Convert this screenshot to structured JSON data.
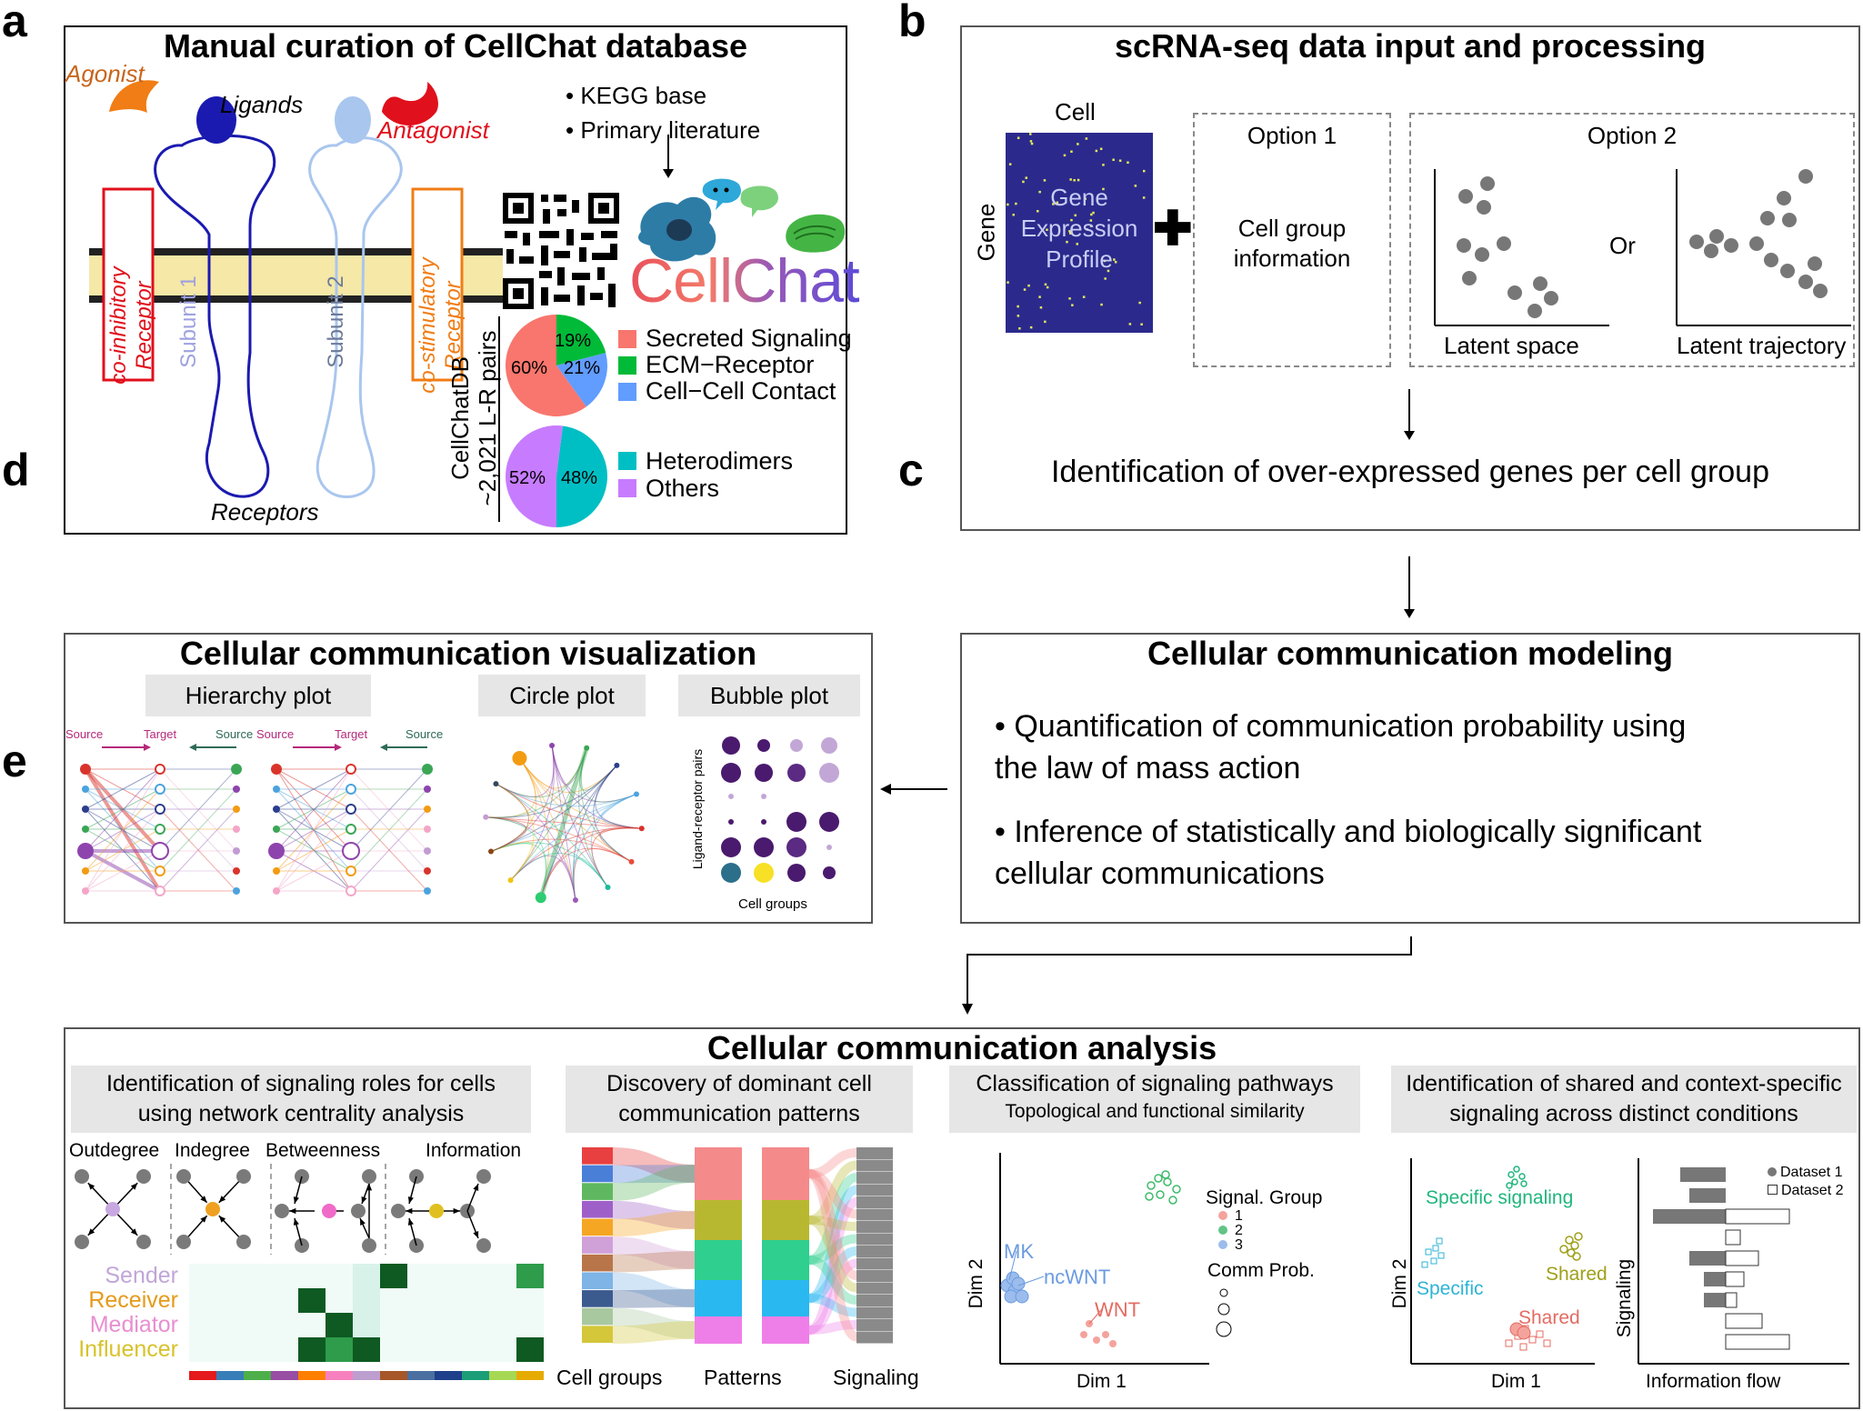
{
  "panels": {
    "a": {
      "letter": "a",
      "title": "Manual curation of CellChat database",
      "agonist": "Agonist",
      "ligands": "Ligands",
      "antagonist": "Antagonist",
      "coinhibitory": [
        "co-inhibitory",
        "Receptor"
      ],
      "costimulatory": [
        "co-stimulatory",
        "Receptor"
      ],
      "subunit1": "Subunit 1",
      "subunit2": "Subunit 2",
      "receptors": "Receptors",
      "sources": [
        "• KEGG base",
        "• Primary literature"
      ],
      "logo": "CellChat",
      "db_label": [
        "CellChatDB",
        "~2,021 L-R pairs"
      ],
      "pie1_labels": [
        "60%",
        "21%",
        "19%"
      ],
      "pie2_labels": [
        "52%",
        "48%"
      ],
      "legend1": [
        "Secreted Signaling",
        "ECM−Receptor",
        "Cell−Cell Contact"
      ],
      "legend2": [
        "Heterodimers",
        "Others"
      ]
    },
    "b": {
      "letter": "b",
      "title": "scRNA-seq data input and processing",
      "cell": "Cell",
      "gene": "Gene",
      "profile": [
        "Gene",
        "Expression",
        "Profile"
      ],
      "option1": "Option 1",
      "option1_text": [
        "Cell group",
        "information"
      ],
      "option2": "Option 2",
      "or": "Or",
      "latent_space": "Latent space",
      "latent_trajectory": "Latent trajectory",
      "identification": "Identification of over-expressed genes per cell group"
    },
    "c": {
      "letter": "c",
      "title": "Cellular communication modeling",
      "bullets": [
        [
          "• Quantification of communication probability using",
          "the law of mass action"
        ],
        [
          "• Inference of statistically and biologically significant",
          "cellular communications"
        ]
      ]
    },
    "d": {
      "letter": "d",
      "title": "Cellular communication visualization",
      "hierarchy": "Hierarchy plot",
      "circle": "Circle plot",
      "bubble": "Bubble plot",
      "source": "Source",
      "target": "Target",
      "bubble_y": "Ligand-receptor pairs",
      "bubble_x": "Cell groups"
    },
    "e": {
      "letter": "e",
      "title": "Cellular communication analysis",
      "s1_title": [
        "Identification of signaling roles for cells",
        "using network centrality analysis"
      ],
      "s1_metrics": [
        "Outdegree",
        "Indegree",
        "Betweenness",
        "Information"
      ],
      "s1_roles": [
        "Sender",
        "Receiver",
        "Mediator",
        "Influencer"
      ],
      "s2_title": [
        "Discovery of dominant cell",
        "communication patterns"
      ],
      "s2_labels": [
        "Cell groups",
        "Patterns",
        "Signaling"
      ],
      "s3_title": [
        "Classification of signaling pathways",
        "Topological and functional similarity"
      ],
      "s3_dim1": "Dim 1",
      "s3_dim2": "Dim 2",
      "s3_labels": [
        "MK",
        "ncWNT",
        "WNT"
      ],
      "s3_legend_title": "Signal. Group",
      "s3_groups": [
        "1",
        "2",
        "3"
      ],
      "s3_comm": "Comm Prob.",
      "s4_title": [
        "Identification of shared and context-specific",
        "signaling across distinct conditions"
      ],
      "s4_dim1": "Dim 1",
      "s4_dim2": "Dim 2",
      "s4_labels": [
        "Specific signaling",
        "Specific",
        "Shared",
        "Shared"
      ],
      "s4_signaling": "Signaling",
      "s4_flow": "Information flow",
      "s4_legend": [
        "Dataset 1",
        "Dataset 2"
      ]
    }
  },
  "colors": {
    "secreted": "#f8766d",
    "ecm": "#00ba38",
    "contact": "#619cff",
    "heterodimers": "#00bfc4",
    "others": "#c77cff",
    "profile_bg": "#2b2a8c",
    "agonist": "#f07d15",
    "antagonist": "#e0101c",
    "ligand": "#1b1ab0",
    "ligand2": "#a9c6ee"
  },
  "pies": {
    "pie1_fractions": [
      0.6,
      0.21,
      0.19
    ],
    "pie2_fractions": [
      0.52,
      0.48
    ]
  }
}
